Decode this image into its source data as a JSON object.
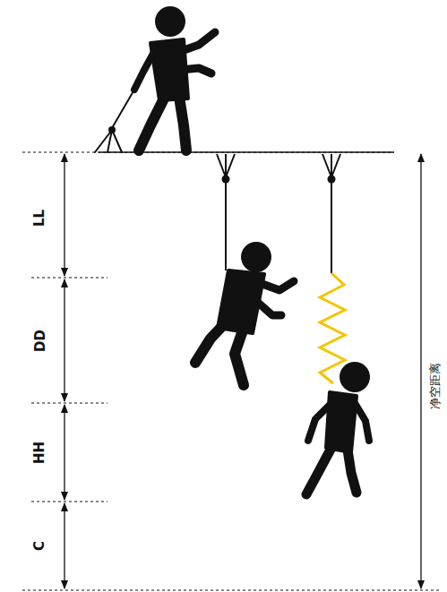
{
  "diagram": {
    "labels": [
      "LL",
      "DD",
      "HH",
      "C",
      "净空距离"
    ]
  }
}
